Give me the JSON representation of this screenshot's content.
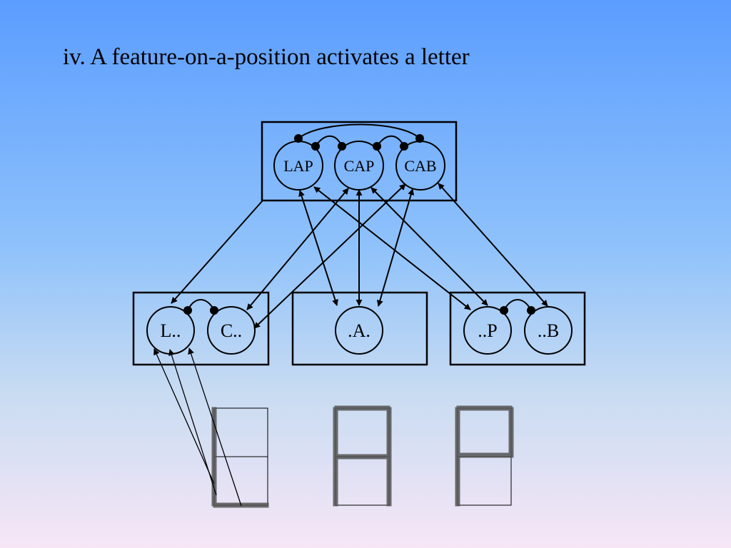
{
  "slide": {
    "title": "iv. A feature-on-a-position activates a letter"
  },
  "diagram": {
    "word_layer": {
      "nodes": [
        {
          "id": "lap",
          "label": "LAP"
        },
        {
          "id": "cap",
          "label": "CAP"
        },
        {
          "id": "cab",
          "label": "CAB"
        }
      ]
    },
    "letter_layer": {
      "groups": [
        {
          "id": "pos1",
          "nodes": [
            {
              "id": "l",
              "label": "L.."
            },
            {
              "id": "c",
              "label": "C.."
            }
          ]
        },
        {
          "id": "pos2",
          "nodes": [
            {
              "id": "a",
              "label": ".A."
            }
          ]
        },
        {
          "id": "pos3",
          "nodes": [
            {
              "id": "p",
              "label": "..P"
            },
            {
              "id": "b",
              "label": "..B"
            }
          ]
        }
      ]
    },
    "feature_layer": {
      "glyphs": [
        {
          "id": "glyph-pos1",
          "active_segments": [
            "left-upper",
            "left-lower",
            "bottom"
          ]
        },
        {
          "id": "glyph-pos2",
          "active_segments": [
            "top",
            "left-upper",
            "right-upper",
            "middle",
            "left-lower",
            "right-lower"
          ]
        },
        {
          "id": "glyph-pos3",
          "active_segments": [
            "top",
            "left-upper",
            "right-upper",
            "middle",
            "left-lower"
          ]
        }
      ]
    },
    "colors": {
      "line": "#000000",
      "active_segment": "#555555"
    }
  }
}
